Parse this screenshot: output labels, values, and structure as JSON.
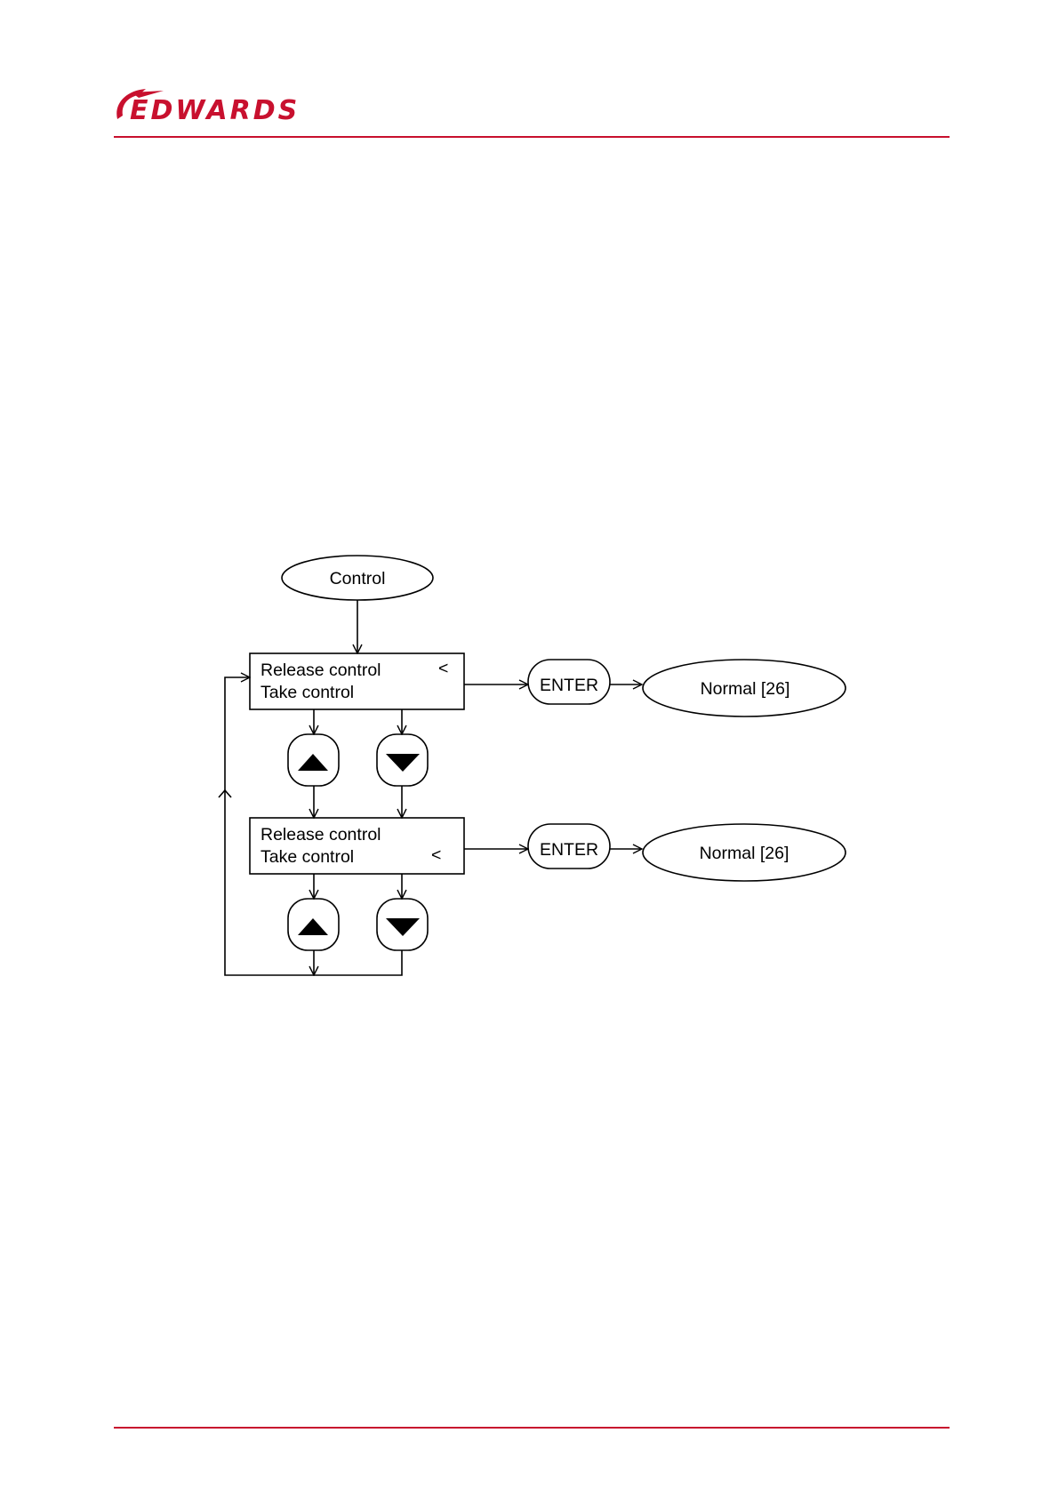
{
  "header": {
    "logo_text": "EDWARDS",
    "brand_color": "#c8102e"
  },
  "diagram": {
    "start_node": "Control",
    "screen_1": {
      "line_1": "Release control",
      "line_1_cursor": "<",
      "line_2": "Take control",
      "line_2_cursor": ""
    },
    "screen_2": {
      "line_1": "Release control",
      "line_1_cursor": "",
      "line_2": "Take control",
      "line_2_cursor": "<"
    },
    "enter_key_1": "ENTER",
    "enter_key_2": "ENTER",
    "result_1": "Normal [26]",
    "result_2": "Normal [26]",
    "icons": {
      "up": "up-arrow-key-icon",
      "down": "down-arrow-key-icon"
    }
  }
}
